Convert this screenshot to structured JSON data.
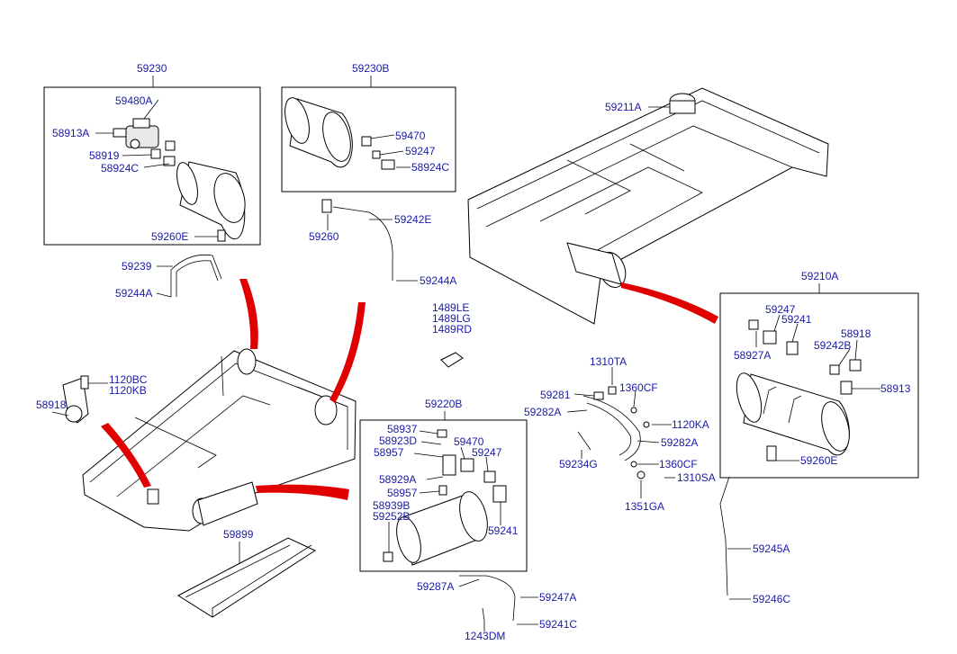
{
  "groups": {
    "g59230": "59230",
    "g59230b": "59230B",
    "g59210a": "59210A",
    "g59220b": "59220B"
  },
  "labels": {
    "l59480a": "59480A",
    "l58913a": "58913A",
    "l58919": "58919",
    "l58924c_1": "58924C",
    "l59260e_1": "59260E",
    "l59239": "59239",
    "l59244a_1": "59244A",
    "l59470_1": "59470",
    "l59247_1": "59247",
    "l58924c_2": "58924C",
    "l59242e": "59242E",
    "l59260": "59260",
    "l59244a_2": "59244A",
    "l59211a": "59211A",
    "l1489le": "1489LE",
    "l1489lg": "1489LG",
    "l1489rd": "1489RD",
    "l1120bc": "1120BC",
    "l1120kb": "1120KB",
    "l58918_1": "58918",
    "l1310ta": "1310TA",
    "l59281": "59281",
    "l1360cf_1": "1360CF",
    "l59282a_1": "59282A",
    "l1120ka": "1120KA",
    "l59282a_2": "59282A",
    "l59234g": "59234G",
    "l1360cf_2": "1360CF",
    "l1310sa": "1310SA",
    "l1351ga": "1351GA",
    "l59247_2": "59247",
    "l59241_1": "59241",
    "l58927a": "58927A",
    "l58918_2": "58918",
    "l59242b": "59242B",
    "l58913": "58913",
    "l59260e_2": "59260E",
    "l59245a": "59245A",
    "l59246c": "59246C",
    "l58937": "58937",
    "l58923d": "58923D",
    "l58957_1": "58957",
    "l59470_2": "59470",
    "l59247_3": "59247",
    "l58929a": "58929A",
    "l58957_2": "58957",
    "l58939b": "58939B",
    "l59252b": "59252B",
    "l59241_2": "59241",
    "l59899": "59899",
    "l59287a": "59287A",
    "l59247a": "59247A",
    "l1243dm": "1243DM",
    "l59241c": "59241C"
  },
  "colors": {
    "label": "#1a1aa8",
    "callout_arrow": "#e00000",
    "line": "#000000"
  }
}
